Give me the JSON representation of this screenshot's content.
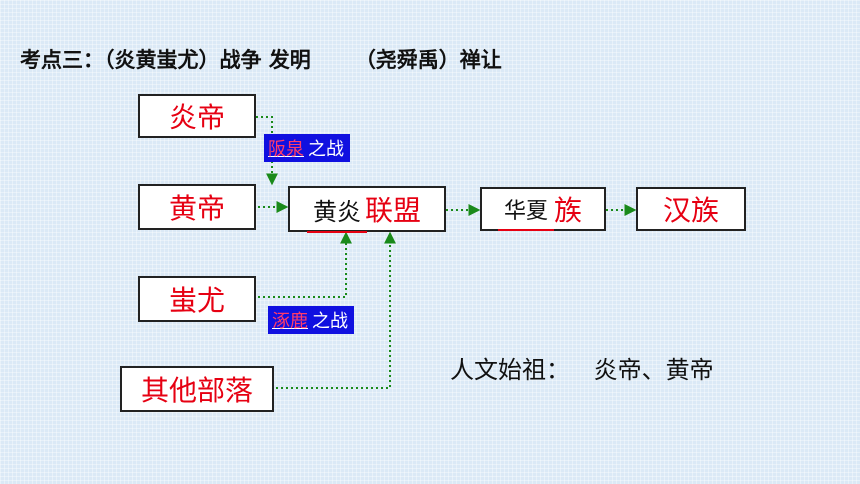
{
  "header": {
    "part1": "考点三：（炎黄蚩尤）战争 发明",
    "part2": "（尧舜禹）禅让"
  },
  "nodes": {
    "yandi": "炎帝",
    "huangdi": "黄帝",
    "chiyou": "蚩尤",
    "others": "其他部落",
    "union_fill": "黄炎",
    "union_label": "联盟",
    "huaxia_fill": "华夏",
    "huaxia_label": "族",
    "hanzu": "汉族"
  },
  "battles": {
    "banquan_blank": "阪泉",
    "banquan_rest": "之战",
    "zhuolu_blank": "涿鹿",
    "zhuolu_rest": "之战"
  },
  "ancestor": {
    "label": "人文始祖：",
    "value": "炎帝、黄帝"
  },
  "colors": {
    "node_text": "#e60012",
    "arrow": "#1a8a1a",
    "battle_bg": "#1010e0",
    "background": "#dbe9f6"
  }
}
